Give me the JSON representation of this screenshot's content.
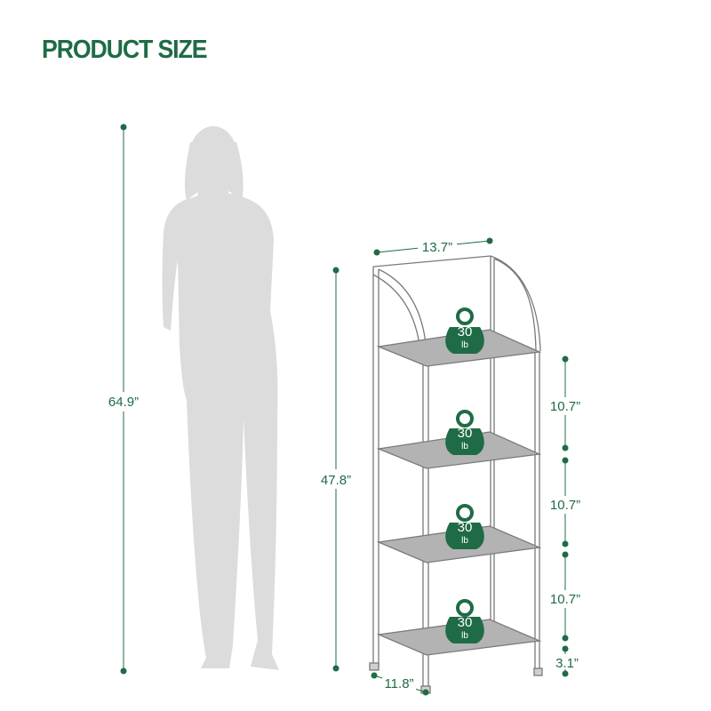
{
  "title": "PRODUCT SIZE",
  "colors": {
    "accent": "#1f6b45",
    "silhouette": "#dcdcdc",
    "frame": "#7a7a7a",
    "shelf": "#b3b3b3"
  },
  "dimensions": {
    "person_height": "64.9”",
    "shelf_height": "47.8”",
    "width": "13.7”",
    "depth": "11.8”",
    "tier_gap_1": "10.7”",
    "tier_gap_2": "10.7”",
    "tier_gap_3": "10.7”",
    "bottom_clearance": "3.1”"
  },
  "weight_badges": [
    {
      "value": "30",
      "unit": "lb"
    },
    {
      "value": "30",
      "unit": "lb"
    },
    {
      "value": "30",
      "unit": "lb"
    },
    {
      "value": "30",
      "unit": "lb"
    }
  ]
}
